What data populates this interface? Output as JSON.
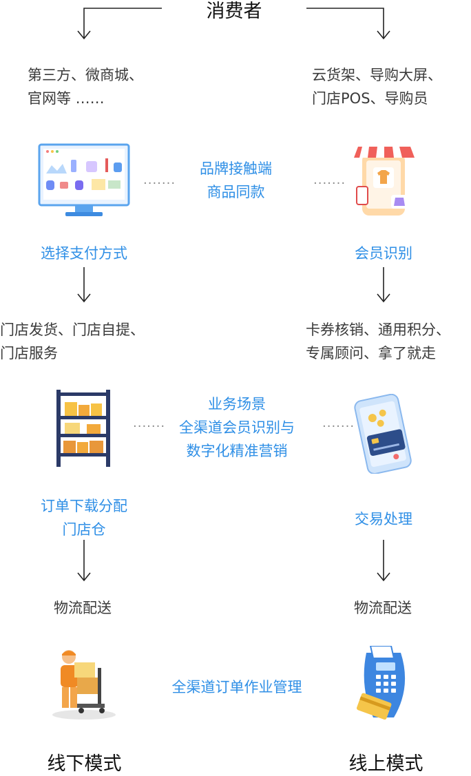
{
  "top": {
    "consumer": "消费者"
  },
  "left": {
    "channels_line1": "第三方、微商城、",
    "channels_line2": "官网等 ……",
    "select_payment": "选择支付方式",
    "fulfill_line1": "门店发货、门店自提、",
    "fulfill_line2": "门店服务",
    "order_line1": "订单下载分配",
    "order_line2": "门店仓",
    "logistics": "物流配送",
    "mode": "线下模式"
  },
  "right": {
    "channels_line1": "云货架、导购大屏、",
    "channels_line2": "门店POS、导购员",
    "member_id": "会员识别",
    "benefits_line1": "卡券核销、通用积分、",
    "benefits_line2": "专属顾问、拿了就走",
    "transaction": "交易处理",
    "logistics": "物流配送",
    "mode": "线上模式"
  },
  "middle": {
    "touchpoint_line1": "品牌接触端",
    "touchpoint_line2": "商品同款",
    "scene_line1": "业务场景",
    "scene_line2": "全渠道会员识别与",
    "scene_line3": "数字化精准营销",
    "order_mgmt": "全渠道订单作业管理"
  },
  "icons": {
    "desktop": "desktop-shop-icon",
    "mobile_store": "mobile-store-icon",
    "shelf": "warehouse-shelf-icon",
    "phone_card": "phone-payment-icon",
    "courier": "courier-delivery-icon",
    "pos": "pos-terminal-icon"
  },
  "colors": {
    "accent": "#2f8fe6",
    "text": "#3a3a3a",
    "dots": "#8a8a8a"
  }
}
